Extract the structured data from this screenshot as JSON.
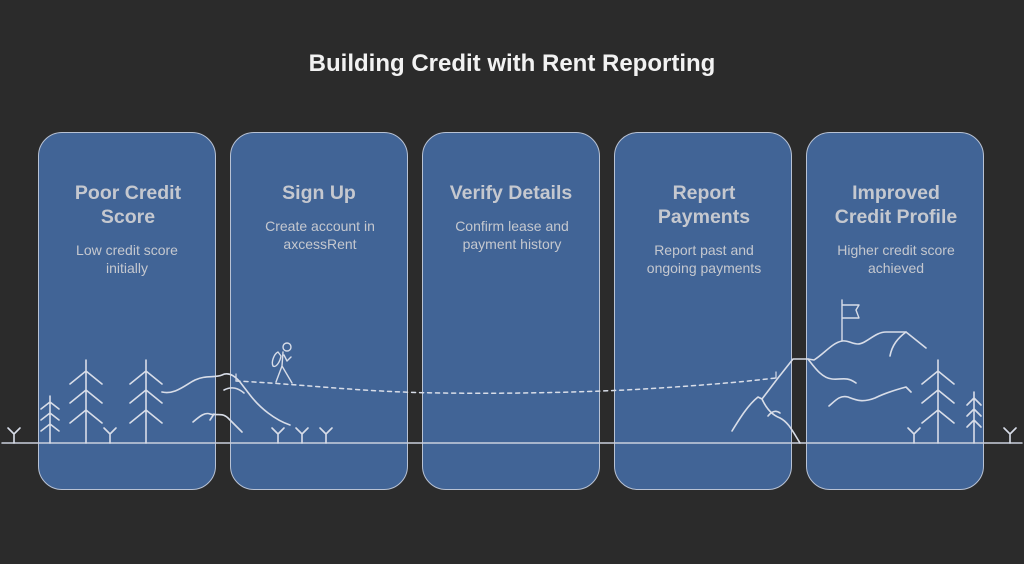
{
  "title": "Building Credit with Rent Reporting",
  "colors": {
    "background": "#2b2b2b",
    "card_fill": "#416496",
    "card_border": "#b8c2d4",
    "text": "#c5c8cf",
    "line": "#d8dde8"
  },
  "steps": [
    {
      "title": "Poor Credit Score",
      "description": "Low credit score initially"
    },
    {
      "title": "Sign Up",
      "description": "Create account  in axcessRent"
    },
    {
      "title": "Verify Details",
      "description": "Confirm lease and payment history"
    },
    {
      "title": "Report Payments",
      "description": "Report past and ongoing payments"
    },
    {
      "title": "Improved Credit Profile",
      "description": "Higher credit score achieved"
    }
  ],
  "illustration": {
    "icons": [
      "pine-tree-icon",
      "hiker-icon",
      "mountain-icon",
      "summit-flag-icon",
      "grass-sprout-icon",
      "dotted-path"
    ]
  }
}
